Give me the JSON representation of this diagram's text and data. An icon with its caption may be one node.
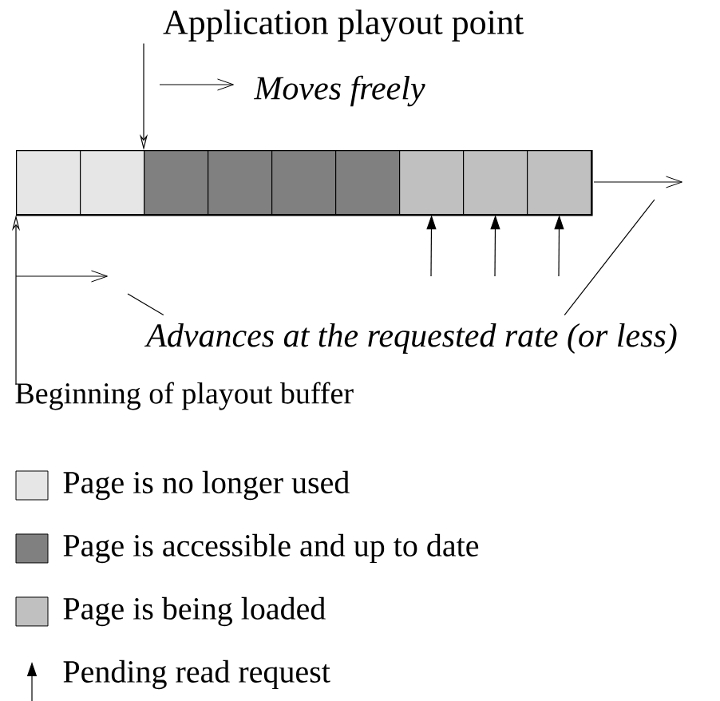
{
  "diagram": {
    "nodes": [
      {
        "text": [],
        "shape": "bar"
      },
      {
        "text": [],
        "shape": "box",
        "in": 0
      },
      {
        "text": [],
        "shape": "box",
        "in": 0
      },
      {
        "text": [],
        "shape": "box",
        "in": 0
      },
      {
        "text": [],
        "shape": "box",
        "in": 0
      },
      {
        "text": [],
        "shape": "box",
        "in": 0
      },
      {
        "text": [],
        "shape": "box",
        "in": 0
      },
      {
        "text": [],
        "shape": "box",
        "in": 0
      },
      {
        "text": [],
        "shape": "box",
        "in": 0
      },
      {
        "text": [],
        "shape": "box",
        "in": 0
      },
      {
        "text": [
          "Application playout point"
        ]
      },
      {
        "text": [
          "Beginning of playout buffer"
        ]
      },
      {
        "text": [
          "Advances at the requested rate (or less)"
        ]
      }
    ],
    "edges": [
      {
        "from": 10,
        "to": 3,
        "arrow": "to"
      },
      {
        "from": 11,
        "to": 1,
        "arrow": "to"
      },
      {
        "from": null,
        "to": 7,
        "arrow": "to"
      },
      {
        "from": null,
        "to": 8,
        "arrow": "to"
      },
      {
        "from": null,
        "to": 9,
        "arrow": "to"
      },
      {
        "from": 12,
        "to": null,
        "arrow": "none"
      },
      {
        "from": 12,
        "to": null,
        "arrow": "none"
      }
    ],
    "labels": [
      "Moves freely"
    ],
    "legend": [
      {
        "text": "Page is no longer used",
        "color": "#e6e6e6"
      },
      {
        "text": "Page is accessible and up to date",
        "color": "#808080"
      },
      {
        "text": "Page is being loaded",
        "color": "#c0c0c0"
      },
      {
        "text": "Pending read request"
      }
    ]
  }
}
